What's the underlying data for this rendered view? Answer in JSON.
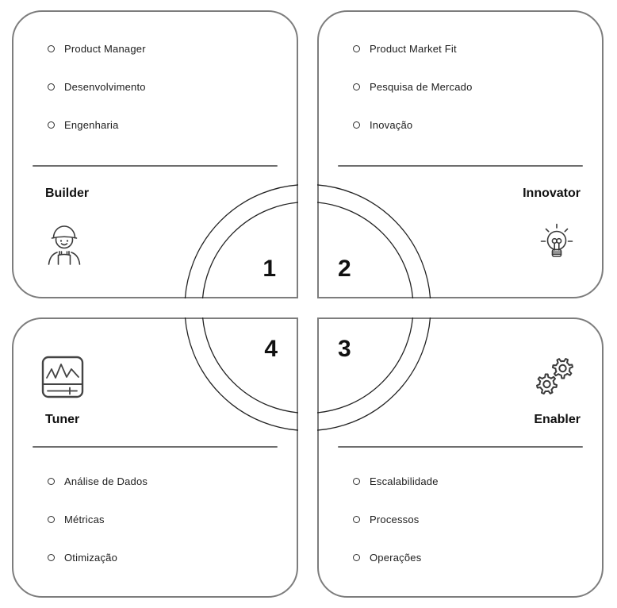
{
  "colors": {
    "background": "#ffffff",
    "card_border": "#7d7d7d",
    "divider": "#6e6e6e",
    "ring_line": "#222222",
    "text": "#111111"
  },
  "quadrants": {
    "builder": {
      "number": "1",
      "title": "Builder",
      "icon": "construction-worker-icon",
      "items": [
        "Product Manager",
        "Desenvolvimento",
        "Engenharia"
      ]
    },
    "innovator": {
      "number": "2",
      "title": "Innovator",
      "icon": "lightbulb-icon",
      "items": [
        "Product Market Fit",
        "Pesquisa de Mercado",
        "Inovação"
      ]
    },
    "enabler": {
      "number": "3",
      "title": "Enabler",
      "icon": "gears-icon",
      "items": [
        "Escalabilidade",
        "Processos",
        "Operações"
      ]
    },
    "tuner": {
      "number": "4",
      "title": "Tuner",
      "icon": "pulse-slider-icon",
      "items": [
        "Análise de Dados",
        "Métricas",
        "Otimização"
      ]
    }
  }
}
